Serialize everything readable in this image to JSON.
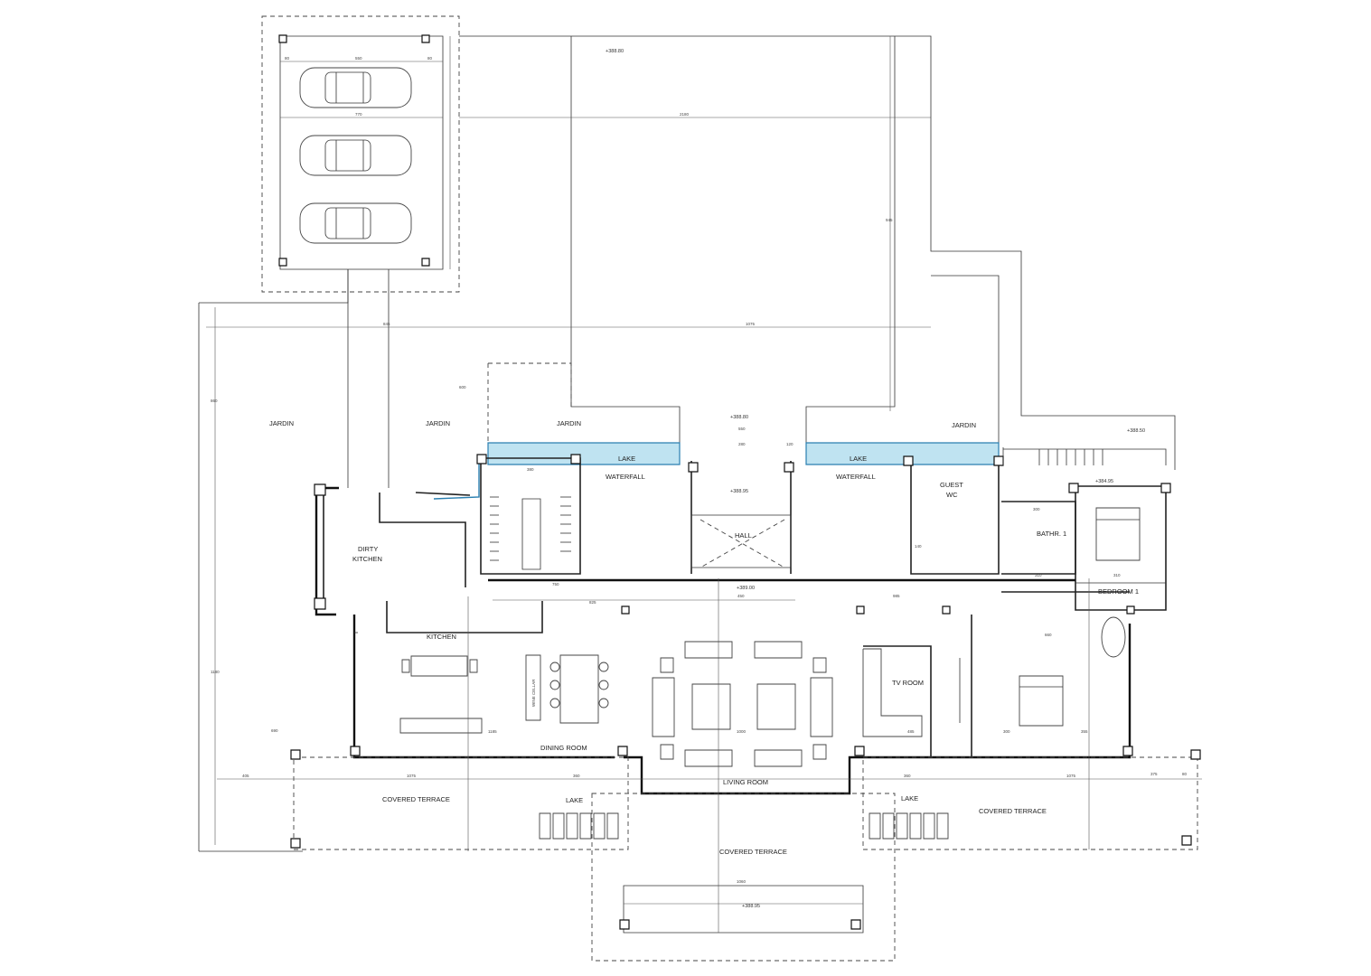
{
  "rooms": {
    "jardin": "JARDIN",
    "lake": "LAKE",
    "waterfall": "WATERFALL",
    "guest_wc_1": "GUEST",
    "guest_wc_2": "WC",
    "dirty_kitchen_1": "DIRTY",
    "dirty_kitchen_2": "KITCHEN",
    "hall": "HALL",
    "bathroom": "BATHR. 1",
    "bedroom": "BEDROOM 1",
    "kitchen": "KITCHEN",
    "wine_cellar": "WINE CELLAR",
    "tv_room": "TV ROOM",
    "dining_room": "DINING ROOM",
    "living_room": "LIVING ROOM",
    "covered_terrace": "COVERED TERRACE"
  },
  "levels": {
    "top": "+388.80",
    "entry": "+388.80",
    "right_top": "+388.50",
    "hall_level": "+388.95",
    "bedroom_level": "+384.95",
    "main": "+389.00",
    "terrace": "+388.95"
  },
  "dimensions": {
    "d2180": "2180",
    "d770": "770",
    "d550": "550",
    "d80": "80",
    "d1075": "1075",
    "d845": "845",
    "d945": "945",
    "d860": "860",
    "d1180": "1180",
    "d690": "690",
    "d405": "405",
    "d1075b": "1075",
    "d360": "360",
    "d1060": "1060",
    "d360b": "360",
    "d1075c": "1075",
    "d375": "375",
    "d80b": "80",
    "d80c": "80",
    "d280": "280",
    "d120": "120",
    "d550b": "550",
    "d380": "380",
    "d750": "750",
    "d825": "825",
    "d450": "450",
    "d985": "985",
    "d300": "300",
    "d310": "310",
    "d310b": "310",
    "d660": "660",
    "d1185": "1185",
    "d1000": "1000",
    "d485": "485",
    "d355": "355",
    "d300b": "300",
    "d600": "600",
    "d140": "140"
  }
}
